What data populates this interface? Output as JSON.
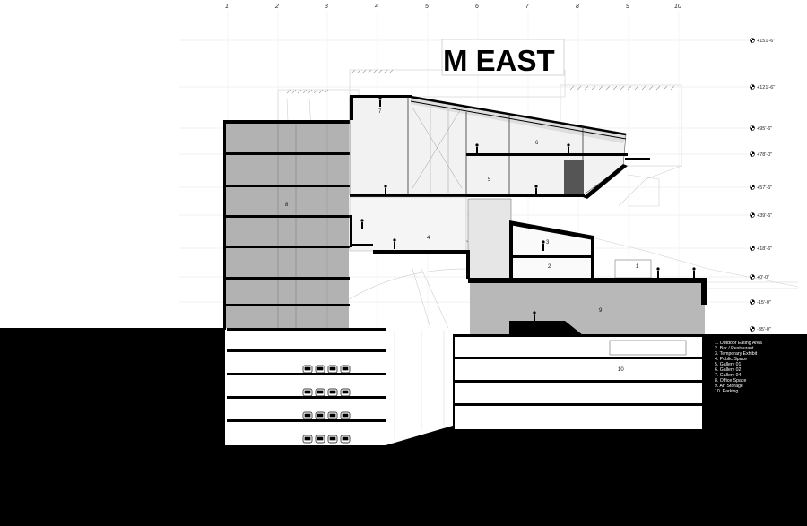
{
  "sign": {
    "text": "M EAST"
  },
  "grid_lines": [
    "1",
    "2",
    "3",
    "4",
    "5",
    "6",
    "7",
    "8",
    "9",
    "10"
  ],
  "elevations": [
    "+151'-6\"",
    "+121'-6\"",
    "+95'-6\"",
    "+78'-0\"",
    "+57'-6\"",
    "+39'-6\"",
    "+18'-6\"",
    "+0'-0\"",
    "-15'-0\"",
    "-35'-0\""
  ],
  "rooms": [
    "1",
    "2",
    "3",
    "4",
    "5",
    "6",
    "7",
    "8",
    "9",
    "10"
  ],
  "legend": [
    "1. Outdoor Eating Area",
    "2. Bar / Restaurant",
    "3. Temporary Exhibit",
    "4. Public Space",
    "5. Gallery 01",
    "6. Gallery 02",
    "7. Gallery 04",
    "8. Office Space",
    "9. Art Storage",
    "10. Parking"
  ]
}
